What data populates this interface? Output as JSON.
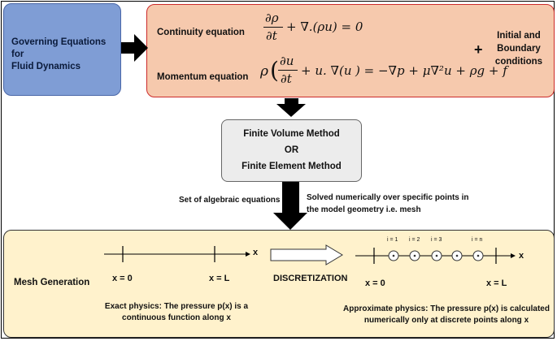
{
  "governing": {
    "line1": "Governing Equations for",
    "line2": "Fluid Dynamics"
  },
  "equations": {
    "continuity_label": "Continuity equation",
    "momentum_label": "Momentum equation",
    "continuity_rhs": "+ ∇.(ρu) = 0",
    "momentum_rhs": ") = −∇p + μ∇²u + ρg + f",
    "plus": "+",
    "conditions_line1": "Initial and",
    "conditions_line2": "Boundary",
    "conditions_line3": "conditions"
  },
  "method": {
    "line1": "Finite Volume Method",
    "line2": "OR",
    "line3": "Finite Element Method"
  },
  "arrows": {
    "left_note": "Set of algebraic equations",
    "right_note_line1": "Solved numerically over specific points in",
    "right_note_line2": "the model geometry i.e. mesh"
  },
  "mesh": {
    "title": "Mesh Generation",
    "axis_label": "x",
    "x0": "x = 0",
    "xL": "x = L",
    "exact_line1": "Exact physics: The pressure p(x) is a",
    "exact_line2": "continuous function along x",
    "discretization": "DISCRETIZATION",
    "approx_line1": "Approximate physics: The pressure p(x) is calculated",
    "approx_line2": "numerically only at discrete points along x",
    "points": [
      "i = 1",
      "i = 2",
      "i = 3",
      "i = n"
    ]
  }
}
